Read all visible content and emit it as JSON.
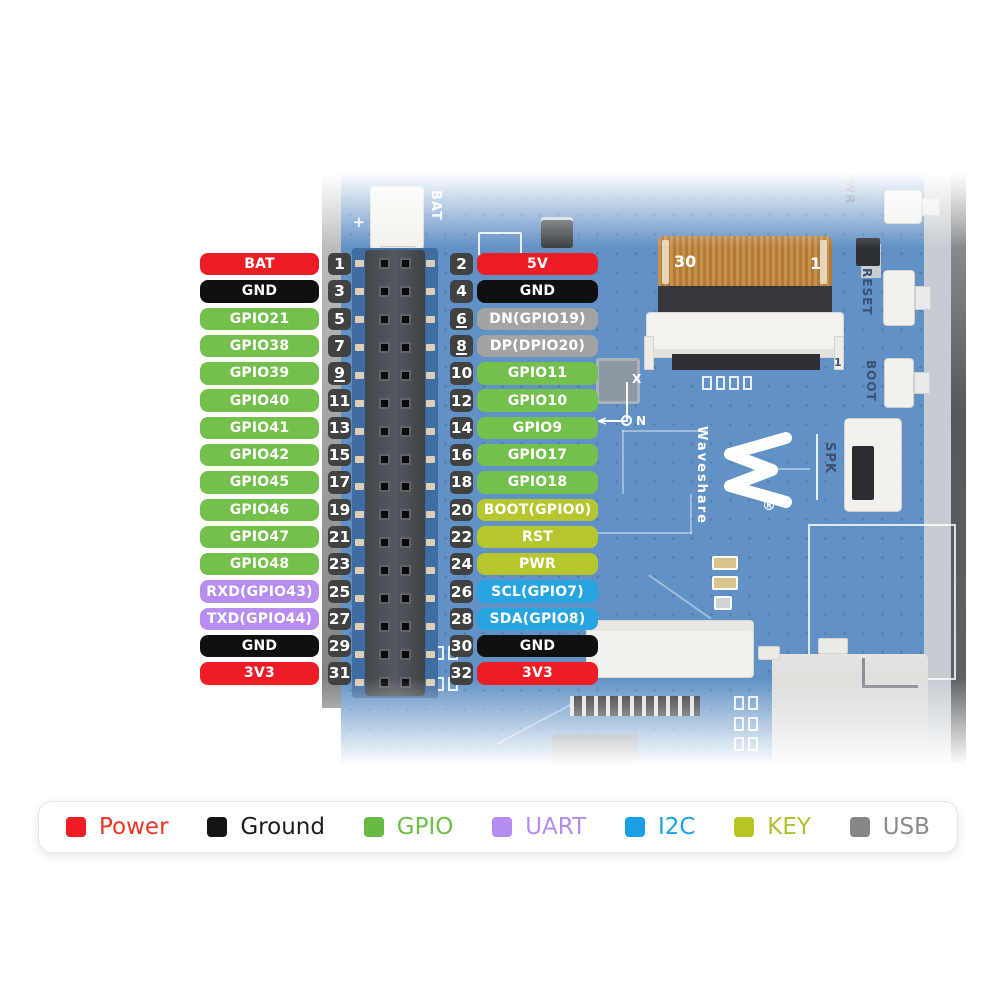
{
  "board": {
    "silkscreen": {
      "bat": "BAT",
      "plus": "+",
      "pwr": "PWR",
      "reset": "RESET",
      "boot": "BOOT",
      "spk": "SPK",
      "fpc_pin30": "30",
      "fpc_pin1": "1",
      "ffc_pin1": "1",
      "logo_text": "Waveshare",
      "registered": "®",
      "axis_x": "X",
      "axis_n": "N",
      "axis_arrows": "<<"
    }
  },
  "pins": {
    "rows": [
      {
        "left": {
          "label": "BAT",
          "category": "power"
        },
        "left_pin": "1",
        "right_pin": "2",
        "right": {
          "label": "5V",
          "category": "power"
        }
      },
      {
        "left": {
          "label": "GND",
          "category": "ground"
        },
        "left_pin": "3",
        "right_pin": "4",
        "right": {
          "label": "GND",
          "category": "ground"
        }
      },
      {
        "left": {
          "label": "GPIO21",
          "category": "gpio"
        },
        "left_pin": "5",
        "right_pin": "6",
        "right_underline": true,
        "right": {
          "label": "DN(GPIO19)",
          "category": "usb"
        }
      },
      {
        "left": {
          "label": "GPIO38",
          "category": "gpio"
        },
        "left_pin": "7",
        "right_pin": "8",
        "right_underline": true,
        "right": {
          "label": "DP(DPIO20)",
          "category": "usb"
        }
      },
      {
        "left": {
          "label": "GPIO39",
          "category": "gpio"
        },
        "left_pin": "9",
        "left_underline": true,
        "right_pin": "10",
        "right": {
          "label": "GPIO11",
          "category": "gpio"
        }
      },
      {
        "left": {
          "label": "GPIO40",
          "category": "gpio"
        },
        "left_pin": "11",
        "right_pin": "12",
        "right": {
          "label": "GPIO10",
          "category": "gpio"
        }
      },
      {
        "left": {
          "label": "GPIO41",
          "category": "gpio"
        },
        "left_pin": "13",
        "right_pin": "14",
        "right": {
          "label": "GPIO9",
          "category": "gpio"
        }
      },
      {
        "left": {
          "label": "GPIO42",
          "category": "gpio"
        },
        "left_pin": "15",
        "right_pin": "16",
        "right": {
          "label": "GPIO17",
          "category": "gpio"
        }
      },
      {
        "left": {
          "label": "GPIO45",
          "category": "gpio"
        },
        "left_pin": "17",
        "right_pin": "18",
        "right": {
          "label": "GPIO18",
          "category": "gpio"
        }
      },
      {
        "left": {
          "label": "GPIO46",
          "category": "gpio"
        },
        "left_pin": "19",
        "right_pin": "20",
        "right": {
          "label": "BOOT(GPIO0)",
          "category": "key"
        }
      },
      {
        "left": {
          "label": "GPIO47",
          "category": "gpio"
        },
        "left_pin": "21",
        "right_pin": "22",
        "right": {
          "label": "RST",
          "category": "key"
        }
      },
      {
        "left": {
          "label": "GPIO48",
          "category": "gpio"
        },
        "left_pin": "23",
        "right_pin": "24",
        "right": {
          "label": "PWR",
          "category": "key"
        }
      },
      {
        "left": {
          "label": "RXD(GPIO43)",
          "category": "uart"
        },
        "left_pin": "25",
        "right_pin": "26",
        "right": {
          "label": "SCL(GPIO7)",
          "category": "i2c"
        }
      },
      {
        "left": {
          "label": "TXD(GPIO44)",
          "category": "uart"
        },
        "left_pin": "27",
        "right_pin": "28",
        "right": {
          "label": "SDA(GPIO8)",
          "category": "i2c"
        }
      },
      {
        "left": {
          "label": "GND",
          "category": "ground"
        },
        "left_pin": "29",
        "right_pin": "30",
        "right": {
          "label": "GND",
          "category": "ground"
        }
      },
      {
        "left": {
          "label": "3V3",
          "category": "power"
        },
        "left_pin": "31",
        "right_pin": "32",
        "right": {
          "label": "3V3",
          "category": "power"
        }
      }
    ]
  },
  "legend": {
    "items": [
      {
        "label": "Power",
        "category": "power"
      },
      {
        "label": "Ground",
        "category": "ground"
      },
      {
        "label": "GPIO",
        "category": "gpio"
      },
      {
        "label": "UART",
        "category": "uart"
      },
      {
        "label": "I2C",
        "category": "i2c"
      },
      {
        "label": "KEY",
        "category": "key"
      },
      {
        "label": "USB",
        "category": "usb"
      }
    ]
  },
  "colors": {
    "power": "#ee1c24",
    "ground": "#111111",
    "gpio": "#74c04c",
    "uart": "#b78df0",
    "i2c": "#27a5e1",
    "key": "#b5c62f",
    "usb": "#a3a3a3",
    "usb_legend": "#868686",
    "pin_badge": "#414141",
    "pcb_blue": "#6191c5"
  }
}
